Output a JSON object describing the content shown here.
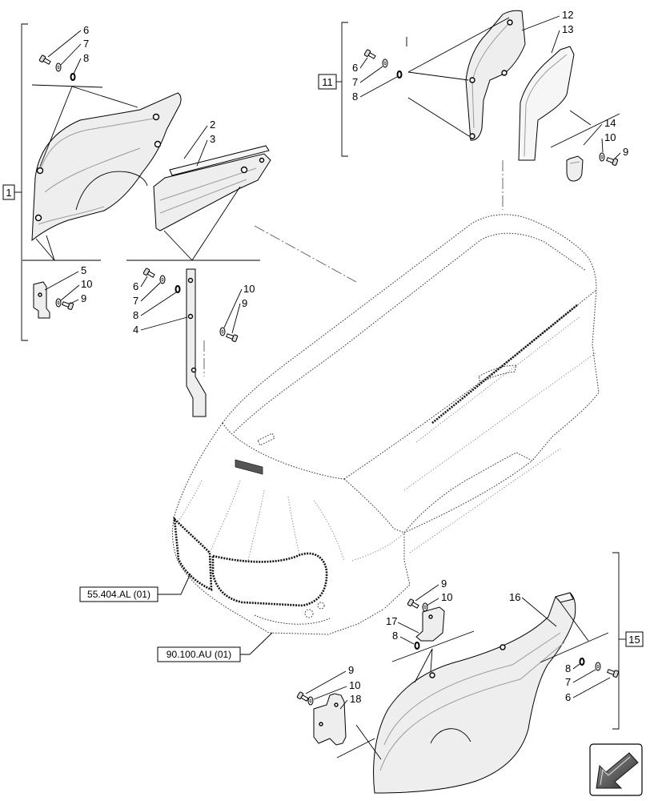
{
  "diagram": {
    "groups": {
      "group_1": "1",
      "group_11": "11",
      "group_15": "15"
    },
    "callouts": {
      "top_left": [
        "6",
        "7",
        "8",
        "2",
        "3",
        "5",
        "10",
        "9",
        "6",
        "7",
        "8",
        "4",
        "10",
        "9"
      ],
      "top_right": [
        "12",
        "13",
        "6",
        "7",
        "8",
        "14",
        "10",
        "9"
      ],
      "bottom": [
        "9",
        "10",
        "16",
        "17",
        "8",
        "8",
        "7",
        "6",
        "9",
        "10",
        "18"
      ]
    },
    "references": {
      "ref_1": "55.404.AL (01)",
      "ref_2": "90.100.AU (01)"
    }
  },
  "icons": {
    "navigation": "next-page-arrow-icon",
    "fasteners": [
      "bolt-icon",
      "washer-icon",
      "lock-washer-icon"
    ]
  }
}
